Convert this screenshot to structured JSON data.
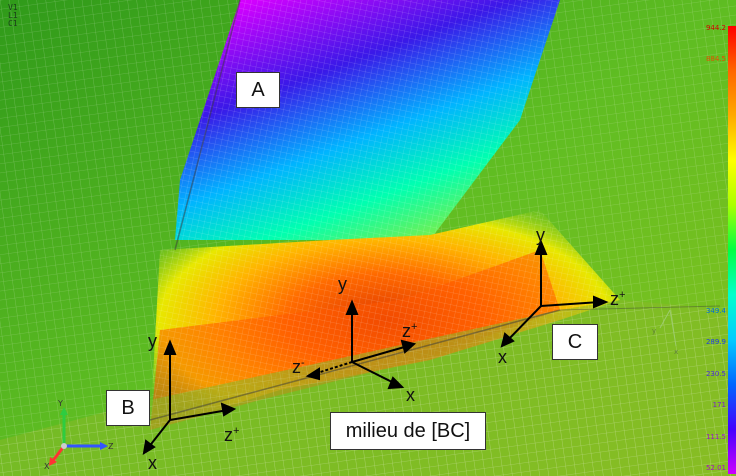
{
  "viewport_header": {
    "line1": "V1",
    "line2": "L1",
    "line3": "C1"
  },
  "points": {
    "a": "A",
    "b": "B",
    "c": "C",
    "midpoint": "milieu de [BC]"
  },
  "axes": {
    "y": "y",
    "x": "x",
    "z": "z",
    "sup_plus": "+",
    "sup_minus": "-"
  },
  "legend": {
    "ticks": [
      "944.2",
      "884.5",
      "",
      "",
      "",
      "",
      "",
      "",
      "",
      "349.4",
      "289.9",
      "230.5",
      "171",
      "111.5",
      "52.01"
    ],
    "colors": {
      "max": "#ff0000",
      "min": "#cc00ff"
    }
  },
  "triad": {
    "y": "Y",
    "x": "X",
    "z": "Z"
  },
  "inset_triad": {
    "y": "y",
    "x": "x"
  }
}
